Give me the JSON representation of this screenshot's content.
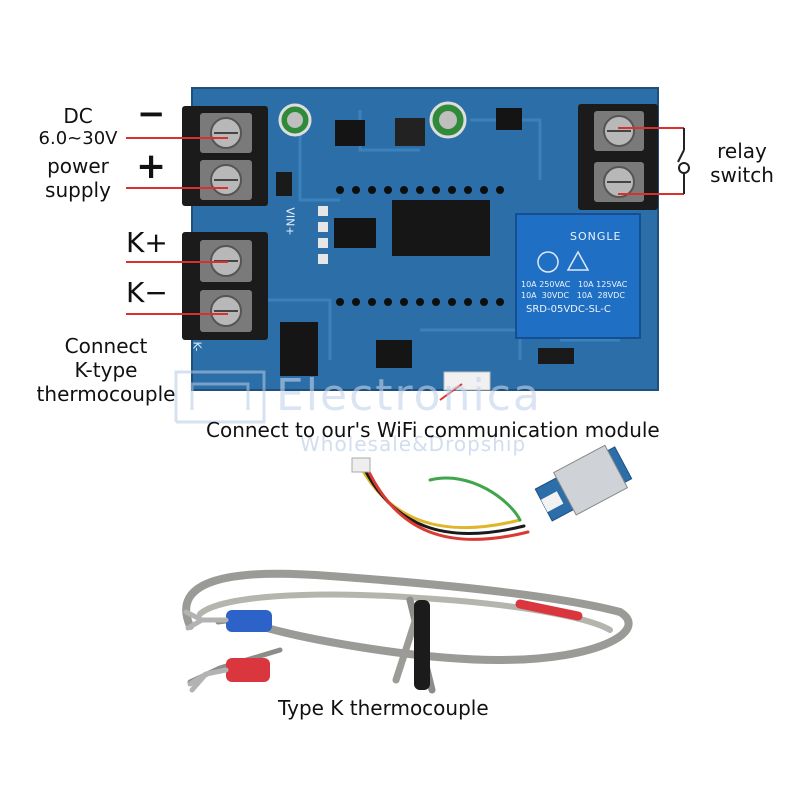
{
  "power_label": {
    "line1": "DC",
    "line2": "6.0~30V",
    "line3": "power",
    "line4": "supply",
    "minus": "−",
    "plus": "+"
  },
  "probe_terminals": {
    "k_plus": "K+",
    "k_minus": "K−"
  },
  "thermocouple_label": {
    "line1": "Connect",
    "line2": "K-type",
    "line3": "thermocouple"
  },
  "relay_label": {
    "line1": "relay",
    "line2": "switch"
  },
  "wifi_label": "Connect to our's WiFi communication module",
  "thermocouple_caption": "Type K thermocouple",
  "watermark": {
    "line1": "Electronica",
    "line2": "Wholesale&Dropship"
  },
  "board_marks": {
    "vin": "VIN+",
    "k_side": "K-"
  },
  "relay_component": {
    "brand": "SONGLE",
    "spec_line1": "10A 250VAC   10A 125VAC",
    "spec_line2": "10A  30VDC   10A  28VDC",
    "model": "SRD-05VDC-SL-C"
  },
  "colors": {
    "pcb": "#2c6fa8",
    "relay_body": "#1f6fc4",
    "callout_line": "#d8322f",
    "terminal_block": "#1b1b1b",
    "wire_red": "#d9363e",
    "wire_blue": "#2d63c8"
  }
}
